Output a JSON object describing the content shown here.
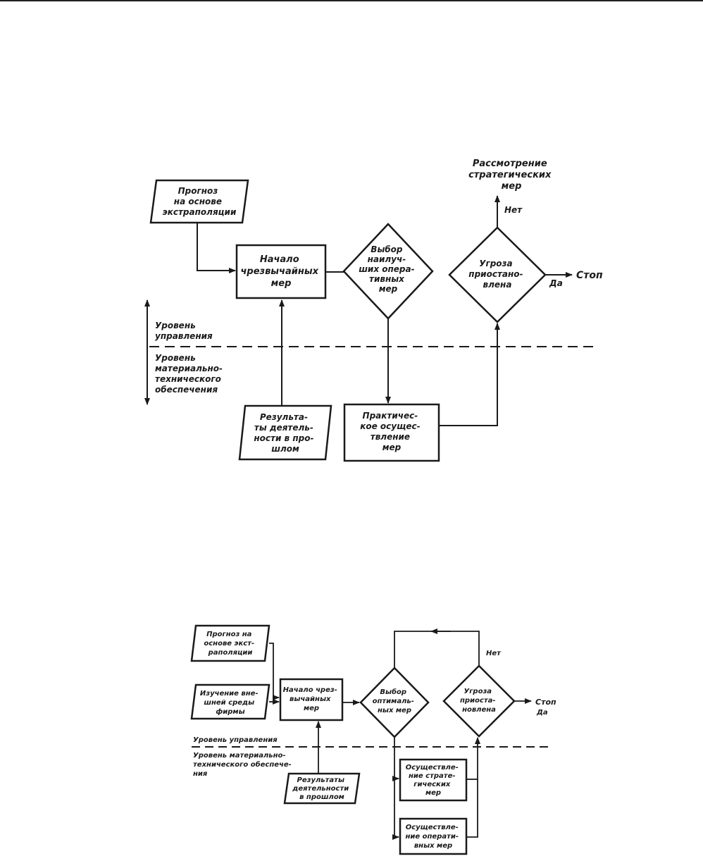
{
  "diagram1": {
    "forecast": [
      "Прогноз",
      "на основе",
      "экстраполяции"
    ],
    "start": [
      "Начало",
      "чрезвычайных",
      "мер"
    ],
    "choose": [
      "Выбор",
      "наилуч-",
      "ших опера-",
      "тивных",
      "мер"
    ],
    "threat": [
      "Угроза",
      "приостано-",
      "влена"
    ],
    "consider": [
      "Рассмотрение",
      "стратегических",
      "мер"
    ],
    "no": "Нет",
    "yes": "Да",
    "stop": "Стоп",
    "level_mgmt": [
      "Уровень",
      "управления"
    ],
    "level_supply": [
      "Уровень",
      "материально-",
      "технического",
      "обеспечения"
    ],
    "results": [
      "Результа-",
      "ты деятель-",
      "ности в про-",
      "шлом"
    ],
    "practical": [
      "Практичес-",
      "кое осущес-",
      "твление",
      "мер"
    ]
  },
  "diagram2": {
    "forecast": [
      "Прогноз на",
      "основе экст-",
      "раполяции"
    ],
    "study": [
      "Изучение вне-",
      "шней среды",
      "фирмы"
    ],
    "start": [
      "Начало чрез-",
      "вычайных",
      "мер"
    ],
    "choose": [
      "Выбор",
      "оптималь-",
      "ных мер"
    ],
    "threat": [
      "Угроза",
      "приоста-",
      "новлена"
    ],
    "no": "Нет",
    "yes": "Да",
    "stop": "Стоп",
    "level_mgmt": "Уровень управления",
    "level_supply": [
      "Уровень материально-",
      "технического обеспече-",
      "ния"
    ],
    "results": [
      "Результаты",
      "деятельности",
      "в прошлом"
    ],
    "strategic": [
      "Осуществле-",
      "ние страте-",
      "гических",
      "мер"
    ],
    "operative": [
      "Осуществле-",
      "ние операти-",
      "вных мер"
    ]
  }
}
